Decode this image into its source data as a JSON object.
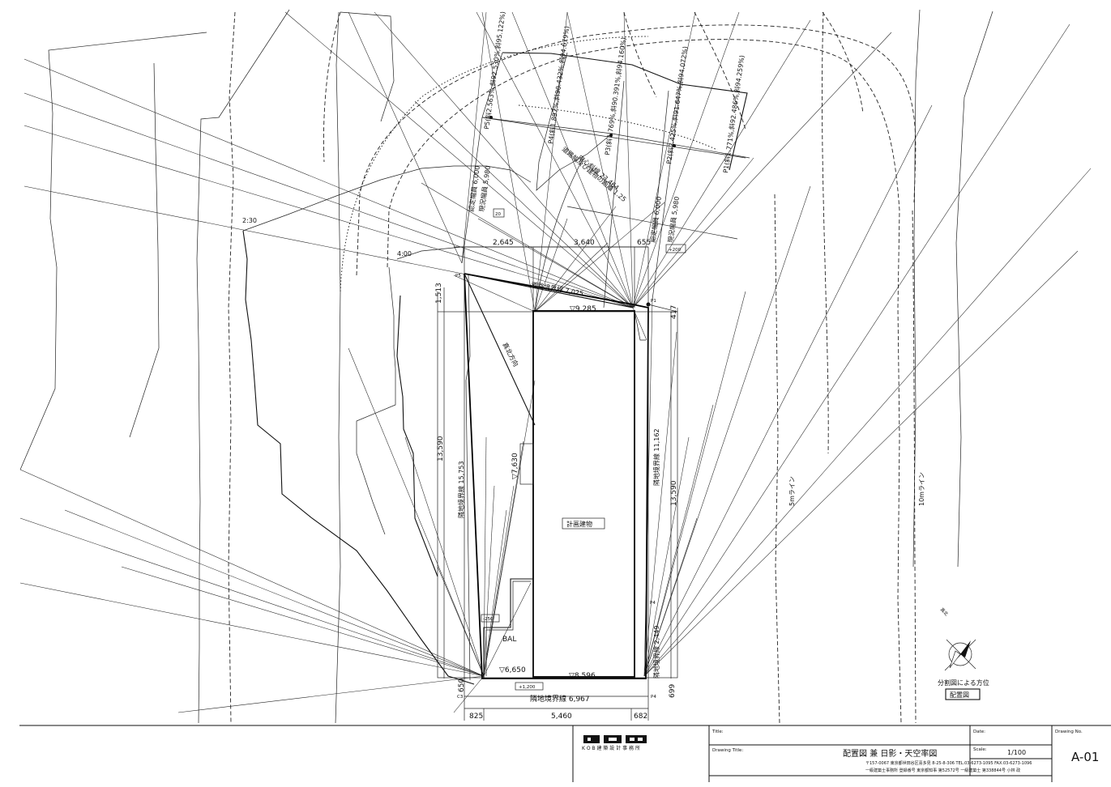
{
  "drawing": {
    "corner_labels": {
      "p1": "P1",
      "p4_top": "P4",
      "c3": "C3",
      "p4_bottom": "P4",
      "p5": "P5"
    },
    "rotated_texts": {
      "p5_pct": "P5(斜2.563%,斜92.530%,斜95.122%)",
      "p4_pct": "P4(斜1.897%,斜90.432%,斜94.679%)",
      "p3_pct": "P3(斜1.769%,斜90.391%,斜94.160%)",
      "p2_pct": "P2(斜2.425%,斜91.647%,斜94.072%)",
      "p1_pct": "P1(斜1.771%,斜92.486%,斜94.259%)",
      "road_note_a": "道路幅及び建物の距離 1.25",
      "road_note_b": "中心斜線 23.464",
      "setback_left_a": "認定幅員 6,000",
      "setback_left_b": "現況幅員 5,980",
      "setback_right_a": "認定幅員 6,000",
      "setback_right_b": "現況幅員 5,980",
      "diag": "真北方向",
      "adj_left": "隣地境界線 15,753",
      "adj_right": "隣地境界線 11,162",
      "adj_right_lower": "隣地境界線 2,449",
      "line_5m": "5mライン",
      "line_10m": "10mライン",
      "dim_left_13590": "13,590",
      "dim_right_13590": "13,590",
      "dim_1513": "1,513",
      "dim_right_417": "417",
      "dim_650": "650",
      "dim_699": "699",
      "level_7630": "▽7,630"
    },
    "time_labels": {
      "t230": "2:30",
      "t400": "4:00"
    },
    "dimensions": {
      "top_2645": "2,645",
      "top_3640": "3,640",
      "top_655": "655",
      "road_7025": "道路境界線 7,025",
      "level_9285": "▽9,285",
      "level_6650": "▽6,650",
      "level_8596": "▽8,596",
      "bottom_825": "825",
      "bottom_5460": "5,460",
      "bottom_682": "682",
      "adj_bottom": "隣地境界線 6,967"
    },
    "tags": {
      "plus200": "+200",
      "z20": "20",
      "minus250": "-250",
      "plus1200": "+1,200"
    },
    "building_label": "計画建物",
    "balcony_label": "BAL",
    "north_label": "真北",
    "orientation_note": "分割図による方位",
    "map_tag": "配置図"
  },
  "title_block": {
    "logo_text": "KOB",
    "firm_name": "K O B 建 築 設 計 事 務 所",
    "title_field": "Title:",
    "drawing_title_field": "Drawing Title:",
    "drawing_title": "配置図 兼 日影・天空率図",
    "date_field": "Date:",
    "scale_field": "Scale:",
    "scale_value": "1/100",
    "address_line1": "〒157-0067 東京都世田谷区喜多見 8-25-8-306 TEL.03-6273-1095 FAX.03-6273-1096",
    "address_line2": "一級建築士事務所 登録番号 東京都知事 第52572号 一級建築士 第338844号 小林 政",
    "drawing_no_field": "Drawing No.",
    "drawing_no": "A-01"
  },
  "colors": {
    "line": "#111111",
    "background": "#ffffff"
  }
}
